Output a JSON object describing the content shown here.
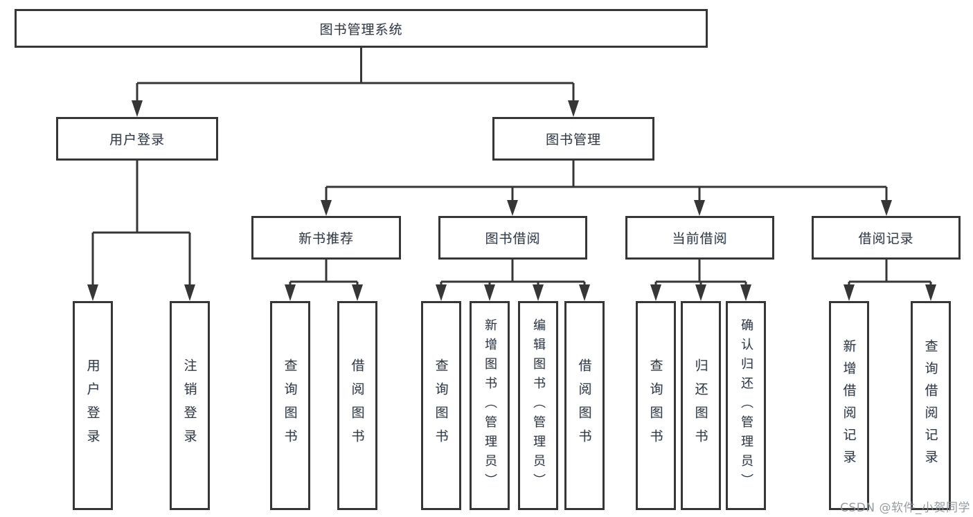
{
  "diagram": {
    "title": "图书管理系统",
    "nodes": {
      "user_login": "用户登录",
      "book_management": "图书管理",
      "new_book_recommend": "新书推荐",
      "book_borrowing": "图书借阅",
      "current_borrowing": "当前借阅",
      "borrowing_records": "借阅记录",
      "leaf_user_login": "用户登录",
      "leaf_logout": "注销登录",
      "recommend_query_books": "查询图书",
      "recommend_borrow_books": "借阅图书",
      "borrowing_query_books": "查询图书",
      "borrowing_add_books": "新增图书（管理员）",
      "borrowing_edit_books": "编辑图书（管理员）",
      "borrowing_borrow_books": "借阅图书",
      "current_query_books": "查询图书",
      "current_return_books": "归还图书",
      "current_confirm_return": "确认归还（管理员）",
      "records_add_record": "新增借阅记录",
      "records_query_record": "查询借阅记录"
    }
  },
  "watermark": "CSDN @软件_小贺同学",
  "colors": {
    "line": "#363636",
    "box_fill": "#ffffff",
    "text": "#353a40",
    "watermark": "#8c9096"
  }
}
